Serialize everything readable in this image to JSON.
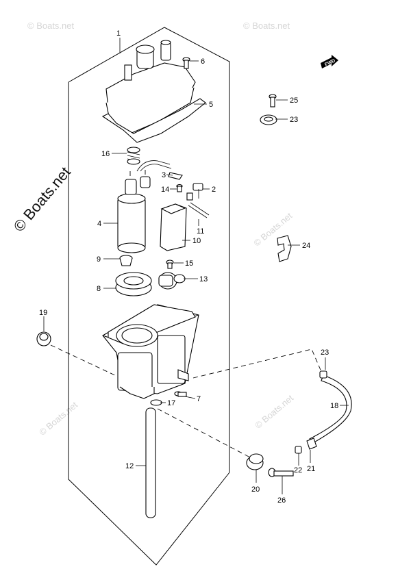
{
  "watermark": {
    "small": "© Boats.net",
    "large": "© Boats.net"
  },
  "fwd_label": "FWD",
  "parts": [
    {
      "id": "label-1",
      "text": "1"
    },
    {
      "id": "label-2",
      "text": "2"
    },
    {
      "id": "label-3",
      "text": "3"
    },
    {
      "id": "label-4",
      "text": "4"
    },
    {
      "id": "label-5",
      "text": "5"
    },
    {
      "id": "label-6",
      "text": "6"
    },
    {
      "id": "label-7",
      "text": "7"
    },
    {
      "id": "label-8",
      "text": "8"
    },
    {
      "id": "label-9",
      "text": "9"
    },
    {
      "id": "label-10",
      "text": "10"
    },
    {
      "id": "label-11",
      "text": "11"
    },
    {
      "id": "label-12",
      "text": "12"
    },
    {
      "id": "label-13",
      "text": "13"
    },
    {
      "id": "label-14",
      "text": "14"
    },
    {
      "id": "label-15",
      "text": "15"
    },
    {
      "id": "label-16",
      "text": "16"
    },
    {
      "id": "label-17",
      "text": "17"
    },
    {
      "id": "label-18",
      "text": "18"
    },
    {
      "id": "label-19",
      "text": "19"
    },
    {
      "id": "label-20",
      "text": "20"
    },
    {
      "id": "label-21",
      "text": "21"
    },
    {
      "id": "label-22",
      "text": "22"
    },
    {
      "id": "label-23a",
      "text": "23"
    },
    {
      "id": "label-23b",
      "text": "23"
    },
    {
      "id": "label-24",
      "text": "24"
    },
    {
      "id": "label-25",
      "text": "25"
    },
    {
      "id": "label-26",
      "text": "26"
    }
  ]
}
